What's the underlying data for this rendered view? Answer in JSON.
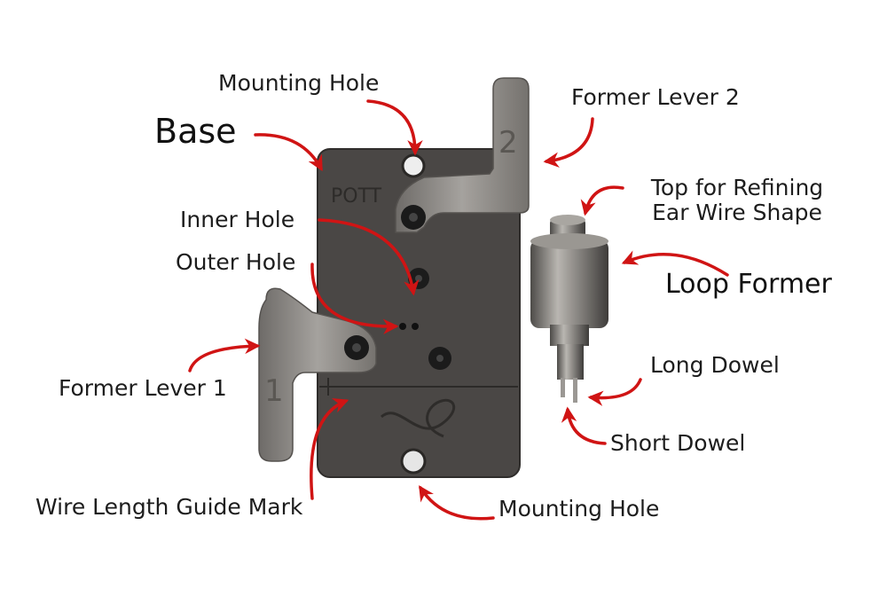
{
  "colors": {
    "arrow": "#d01414",
    "metal_dark": "#4a4846",
    "metal_light": "#8f8c88",
    "text": "#1d1d1d"
  },
  "labels": {
    "mounting_hole_top": "Mounting Hole",
    "base": "Base",
    "former_lever_2": "Former Lever 2",
    "top_refining": {
      "line1": "Top for Refining",
      "line2": "Ear Wire Shape"
    },
    "inner_hole": "Inner Hole",
    "outer_hole": "Outer Hole",
    "loop_former": "Loop Former",
    "long_dowel": "Long Dowel",
    "former_lever_1": "Former Lever 1",
    "short_dowel": "Short Dowel",
    "wire_length_guide_mark": "Wire Length Guide Mark",
    "mounting_hole_bottom": "Mounting Hole"
  },
  "engravings": {
    "brand": "POTT",
    "lever_1_number": "1",
    "lever_2_number": "2"
  }
}
